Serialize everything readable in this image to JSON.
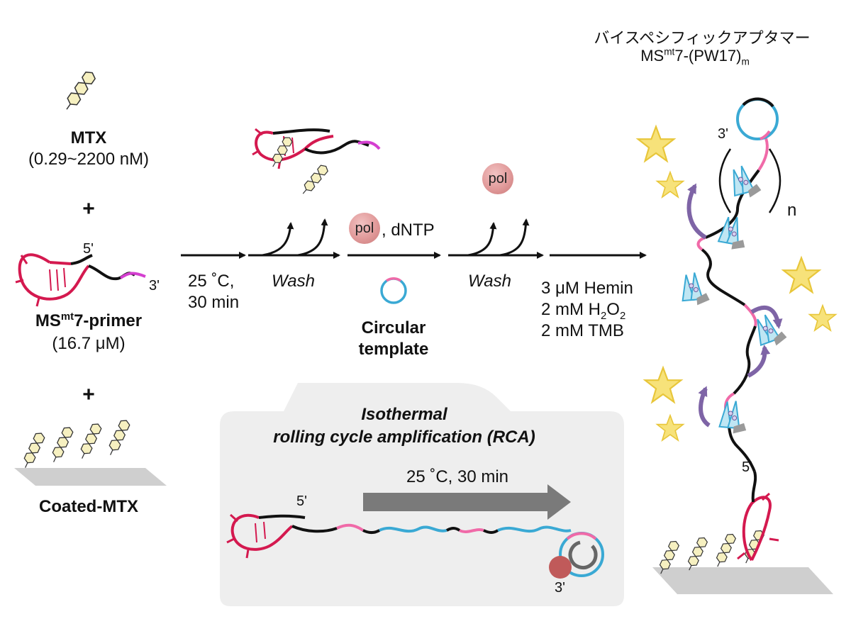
{
  "left": {
    "mtx": "MTX",
    "mtx_range": "(0.29~2200 nM)",
    "plus1": "+",
    "five_prime": "5'",
    "three_prime": "3'",
    "primer_prefix": "MS",
    "primer_sup": "mt",
    "primer_suffix": "7-primer",
    "primer_conc": "(16.7 μM)",
    "plus2": "+",
    "coated": "Coated-MTX"
  },
  "steps": {
    "s1_line1": "25 ˚C,",
    "s1_line2": "30 min",
    "wash1": "Wash",
    "pol1": "pol",
    "dntp": ", dNTP",
    "circular1": "Circular",
    "circular2": "template",
    "pol2": "pol",
    "wash2": "Wash",
    "hemin": "3 μM Hemin",
    "h2o2_pre": "2 mM H",
    "h2o2_sub1": "2",
    "h2o2_mid": "O",
    "h2o2_sub2": "2",
    "tmb": "2 mM TMB"
  },
  "rca": {
    "title1": "Isothermal",
    "title2": "rolling cycle amplification (RCA)",
    "cond": "25 ˚C, 30 min",
    "five_prime": "5'",
    "three_prime": "3'"
  },
  "right": {
    "jp_title": "バイスペシフィックアプタマー",
    "product_prefix": "MS",
    "product_sup": "mt",
    "product_mid": "7-(PW17)",
    "product_sub": "m",
    "three_prime": "3'",
    "five_prime": "5'",
    "n": "n"
  },
  "colors": {
    "aptamer": "#d4194f",
    "pink": "#f06aa8",
    "magenta": "#d43fd0",
    "cyan": "#3aa9d4",
    "star": "#f7e27a",
    "arrow_purple": "#7e64a6",
    "panel": "#eeeeee"
  }
}
